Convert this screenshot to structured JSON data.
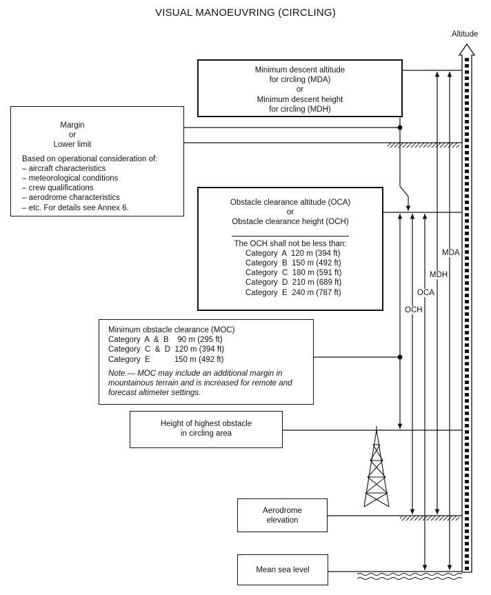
{
  "title": "VISUAL MANOEUVRING (CIRCLING)",
  "axis_label": "Altitude",
  "mda_box": {
    "lines": [
      "Minimum descent altitude",
      "for circling (MDA)",
      "or",
      "Minimum descent height",
      "for circling (MDH)"
    ]
  },
  "margin_box": {
    "title_lines": [
      "Margin",
      "or",
      "Lower limit"
    ],
    "intro": "Based on operational consideration of:",
    "items": [
      "– aircraft characteristics",
      "– meteorological conditions",
      "– crew qualifications",
      "– aerodrome characteristics",
      "– etc. For details see Annex 6."
    ]
  },
  "oca_box": {
    "lines": [
      "Obstacle clearance altitude (OCA)",
      "or",
      "Obstacle clearance height (OCH)"
    ],
    "och_heading": "The OCH shall not be less than:",
    "categories": [
      "Category  A  120 m (394 ft)",
      "Category  B  150 m (492 ft)",
      "Category  C  180 m (591 ft)",
      "Category  D  210 m (689 ft)",
      "Category  E  240 m (787 ft)"
    ]
  },
  "moc_box": {
    "heading": "Minimum obstacle clearance (MOC)",
    "rows": [
      "Category  A  &  B    90 m (295 ft)",
      "Category  C  &  D  120 m (394 ft)",
      "Category  E           150 m (492 ft)"
    ],
    "note_lines": [
      "Note.— MOC may include an additional margin in",
      "mountainous terrain and is increased for remote and",
      "forecast altimeter settings."
    ]
  },
  "obstacle_box": {
    "lines": [
      "Height of highest obstacle",
      "in circling area"
    ]
  },
  "aerodrome_box": {
    "lines": [
      "Aerodrome",
      "elevation"
    ]
  },
  "msl_box": {
    "text": "Mean sea level"
  },
  "vertical_labels": {
    "och": "OCH",
    "oca": "OCA",
    "mdh": "MDH",
    "mda": "MDA"
  }
}
